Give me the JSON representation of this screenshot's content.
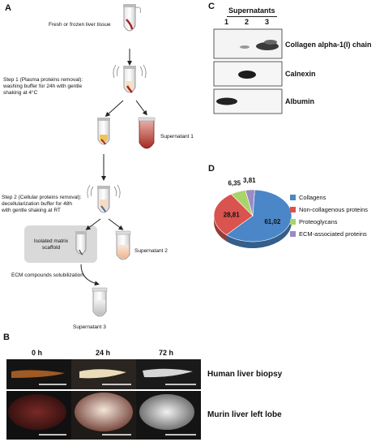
{
  "panels": {
    "a": "A",
    "b": "B",
    "c": "C",
    "d": "D"
  },
  "flow": {
    "start": "Fresh or frozen liver tissue",
    "step1": [
      "Step 1 (Plasma proteins removal):",
      "washing buffer for 24h with gentle",
      "shaking at 4°C"
    ],
    "sup1": "Supernatant 1",
    "step2": [
      "Step 2 (Cellular proteins removal):",
      "decellularization buffer for 48h",
      "with gentle shaking at RT"
    ],
    "scaffold": [
      "Isolated matrix",
      "scaffold"
    ],
    "sup2": "Supernatant 2",
    "solub": "ECM compounds solubilization",
    "sup3": "Supernatant 3"
  },
  "blot": {
    "header": "Supernatants",
    "lanes": [
      "1",
      "2",
      "3"
    ],
    "rows": [
      "Collagen alpha-1(I) chain",
      "Calnexin",
      "Albumin"
    ]
  },
  "photos": {
    "times": [
      "0 h",
      "24 h",
      "72 h"
    ],
    "rows": [
      "Human liver biopsy",
      "Murin liver left lobe"
    ]
  },
  "chart_data": {
    "type": "pie",
    "categories": [
      "Collagens",
      "Non-collagenous proteins",
      "Proteoglycans",
      "ECM-associated proteins"
    ],
    "values": [
      61.02,
      28.81,
      6.35,
      3.81
    ],
    "labels": [
      "61,02",
      "28,81",
      "6,35",
      "3,81"
    ],
    "colors": [
      "#4a86c8",
      "#d9534f",
      "#a9d46b",
      "#9b8ac4"
    ],
    "legend": "right"
  }
}
